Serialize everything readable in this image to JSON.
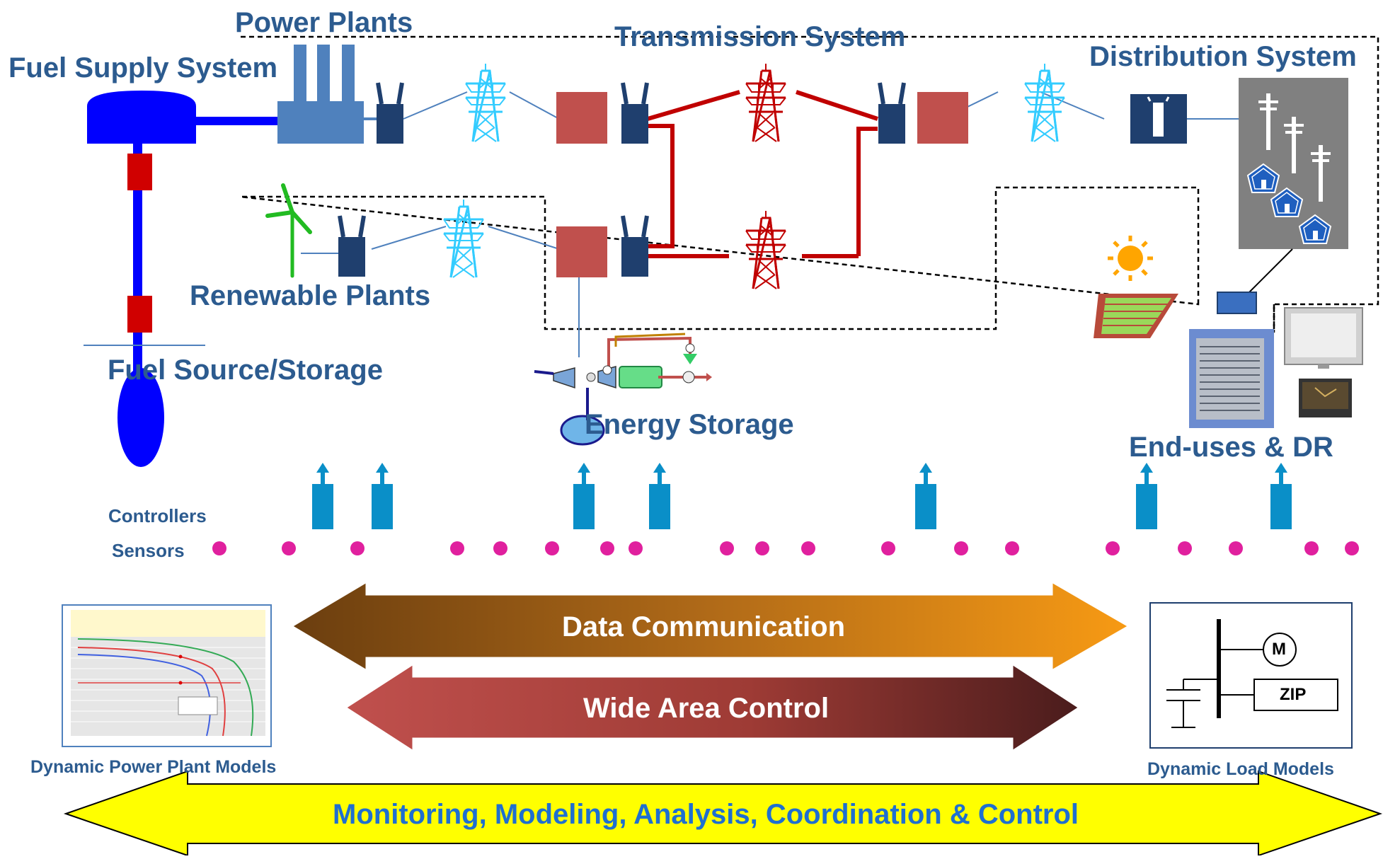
{
  "labels": {
    "power_plants": "Power Plants",
    "transmission_system": "Transmission System",
    "fuel_supply_system": "Fuel Supply System",
    "distribution_system": "Distribution System",
    "renewable_plants": "Renewable Plants",
    "fuel_source_storage": "Fuel Source/Storage",
    "energy_storage": "Energy Storage",
    "end_uses_dr": "End-uses & DR",
    "controllers": "Controllers",
    "sensors": "Sensors",
    "dynamic_power_plant_models": "Dynamic Power Plant Models",
    "dynamic_load_models": "Dynamic Load Models"
  },
  "arrows": {
    "data_communication": "Data Communication",
    "wide_area_control": "Wide Area Control",
    "monitoring": "Monitoring, Modeling, Analysis, Coordination & Control"
  },
  "load_model": {
    "motor": "M",
    "zip": "ZIP"
  },
  "colors": {
    "label_blue": "#2c5b8f",
    "fuel_blue": "#0000ff",
    "transformer_navy": "#1f3f6e",
    "substation_red": "#c0504d",
    "line_red": "#c00000",
    "tower_cyan": "#33ccff",
    "sensor_magenta": "#e0209e",
    "controller_blue": "#0a8fc8",
    "monitor_yellow": "#ffff00",
    "monitor_text": "#1f6fd0"
  },
  "icons": [
    "power-plant-icon",
    "transformer-icon",
    "transmission-tower-icon",
    "wind-turbine-icon",
    "sun-icon",
    "solar-panel-icon",
    "house-icon",
    "air-conditioner-icon",
    "monitor-icon",
    "power-supply-icon",
    "fuel-tank-icon",
    "energy-storage-icon"
  ]
}
